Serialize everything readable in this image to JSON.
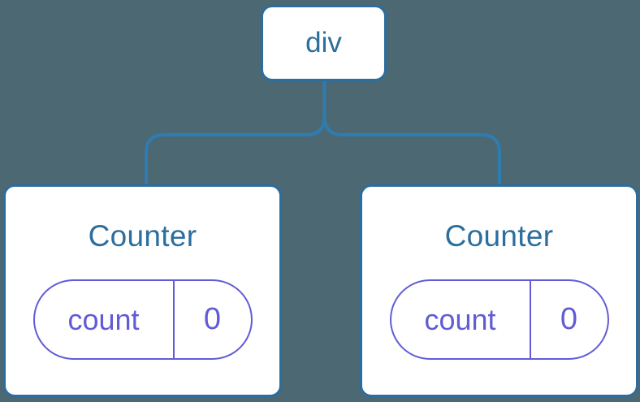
{
  "diagram": {
    "description": "Component tree: a div parent with two Counter children, each with its own isolated state",
    "root": {
      "label": "div"
    },
    "children": [
      {
        "title": "Counter",
        "state": {
          "key": "count",
          "value": "0"
        }
      },
      {
        "title": "Counter",
        "state": {
          "key": "count",
          "value": "0"
        }
      }
    ],
    "colors": {
      "background": "#4C6873",
      "card_fill": "#FFFFFF",
      "card_border": "#2B6D9E",
      "connector": "#2F7CB1",
      "title_text": "#2C6E9C",
      "state_accent": "#615CD6"
    }
  }
}
